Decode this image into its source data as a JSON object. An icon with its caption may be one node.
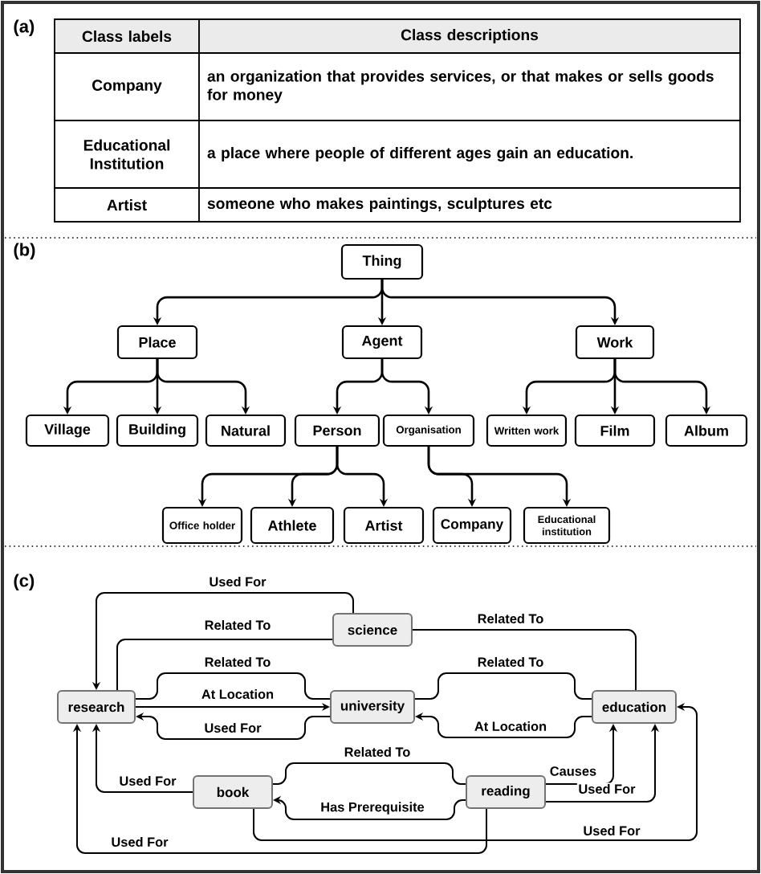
{
  "diagram": {
    "nodes": [
      {
        "text": [
          "Thing"
        ]
      },
      {
        "text": [
          "Place"
        ]
      },
      {
        "text": [
          "Agent"
        ]
      },
      {
        "text": [
          "Work"
        ]
      },
      {
        "text": [
          "Village"
        ]
      },
      {
        "text": [
          "Building"
        ]
      },
      {
        "text": [
          "Natural"
        ]
      },
      {
        "text": [
          "Person"
        ]
      },
      {
        "text": [
          "Organisation"
        ]
      },
      {
        "text": [
          "Written work"
        ]
      },
      {
        "text": [
          "Film"
        ]
      },
      {
        "text": [
          "Album"
        ]
      },
      {
        "text": [
          "Office holder"
        ]
      },
      {
        "text": [
          "Athlete"
        ]
      },
      {
        "text": [
          "Artist"
        ]
      },
      {
        "text": [
          "Company"
        ]
      },
      {
        "text": [
          "Educational institution"
        ]
      },
      {
        "text": [
          "science"
        ]
      },
      {
        "text": [
          "research"
        ]
      },
      {
        "text": [
          "university"
        ]
      },
      {
        "text": [
          "education"
        ]
      },
      {
        "text": [
          "book"
        ]
      },
      {
        "text": [
          "reading"
        ]
      }
    ],
    "edges": [
      {
        "from": 0,
        "to": 1,
        "arrow": "to"
      },
      {
        "from": 0,
        "to": 2,
        "arrow": "to"
      },
      {
        "from": 0,
        "to": 3,
        "arrow": "to"
      },
      {
        "from": 1,
        "to": 4,
        "arrow": "to"
      },
      {
        "from": 1,
        "to": 5,
        "arrow": "to"
      },
      {
        "from": 1,
        "to": 6,
        "arrow": "to"
      },
      {
        "from": 2,
        "to": 7,
        "arrow": "to"
      },
      {
        "from": 2,
        "to": 8,
        "arrow": "to"
      },
      {
        "from": 3,
        "to": 9,
        "arrow": "to"
      },
      {
        "from": 3,
        "to": 10,
        "arrow": "to"
      },
      {
        "from": 3,
        "to": 11,
        "arrow": "to"
      },
      {
        "from": 7,
        "to": 12,
        "arrow": "to"
      },
      {
        "from": 7,
        "to": 13,
        "arrow": "to"
      },
      {
        "from": 7,
        "to": 14,
        "arrow": "to"
      },
      {
        "from": 8,
        "to": 15,
        "arrow": "to"
      },
      {
        "from": 8,
        "to": 16,
        "arrow": "to"
      },
      {
        "from": 17,
        "to": 18,
        "arrow": "to",
        "label": "Used For"
      },
      {
        "from": 17,
        "to": 18,
        "arrow": "none",
        "label": "Related To"
      },
      {
        "from": 17,
        "to": 20,
        "arrow": "none",
        "label": "Related To"
      },
      {
        "from": 18,
        "to": 19,
        "arrow": "none",
        "label": "Related To"
      },
      {
        "from": 18,
        "to": 19,
        "arrow": "to",
        "label": "At Location"
      },
      {
        "from": 19,
        "to": 18,
        "arrow": "to",
        "label": "Used For"
      },
      {
        "from": 19,
        "to": 20,
        "arrow": "none",
        "label": "Related To"
      },
      {
        "from": 20,
        "to": 19,
        "arrow": "to",
        "label": "At Location"
      },
      {
        "from": 21,
        "to": 18,
        "arrow": "to",
        "label": "Used For"
      },
      {
        "from": 21,
        "to": 22,
        "arrow": "none",
        "label": "Related To"
      },
      {
        "from": 22,
        "to": 21,
        "arrow": "to",
        "label": "Has Prerequisite"
      },
      {
        "from": 22,
        "to": 20,
        "arrow": "to",
        "label": "Causes"
      },
      {
        "from": 22,
        "to": 20,
        "arrow": "to",
        "label": "Used For"
      },
      {
        "from": 21,
        "to": 20,
        "arrow": "to",
        "label": "Used For"
      },
      {
        "from": 22,
        "to": 18,
        "arrow": "to",
        "label": "Used For"
      }
    ],
    "labels": [
      "(a)",
      "Class labels",
      "Class descriptions",
      "Company",
      "an organization that provides services, or that makes or sells goods for money",
      "Educational Institution",
      "a place where people of different ages gain an education.",
      "Artist",
      "someone who makes paintings, sculptures etc",
      "(b)",
      "(c)"
    ]
  }
}
